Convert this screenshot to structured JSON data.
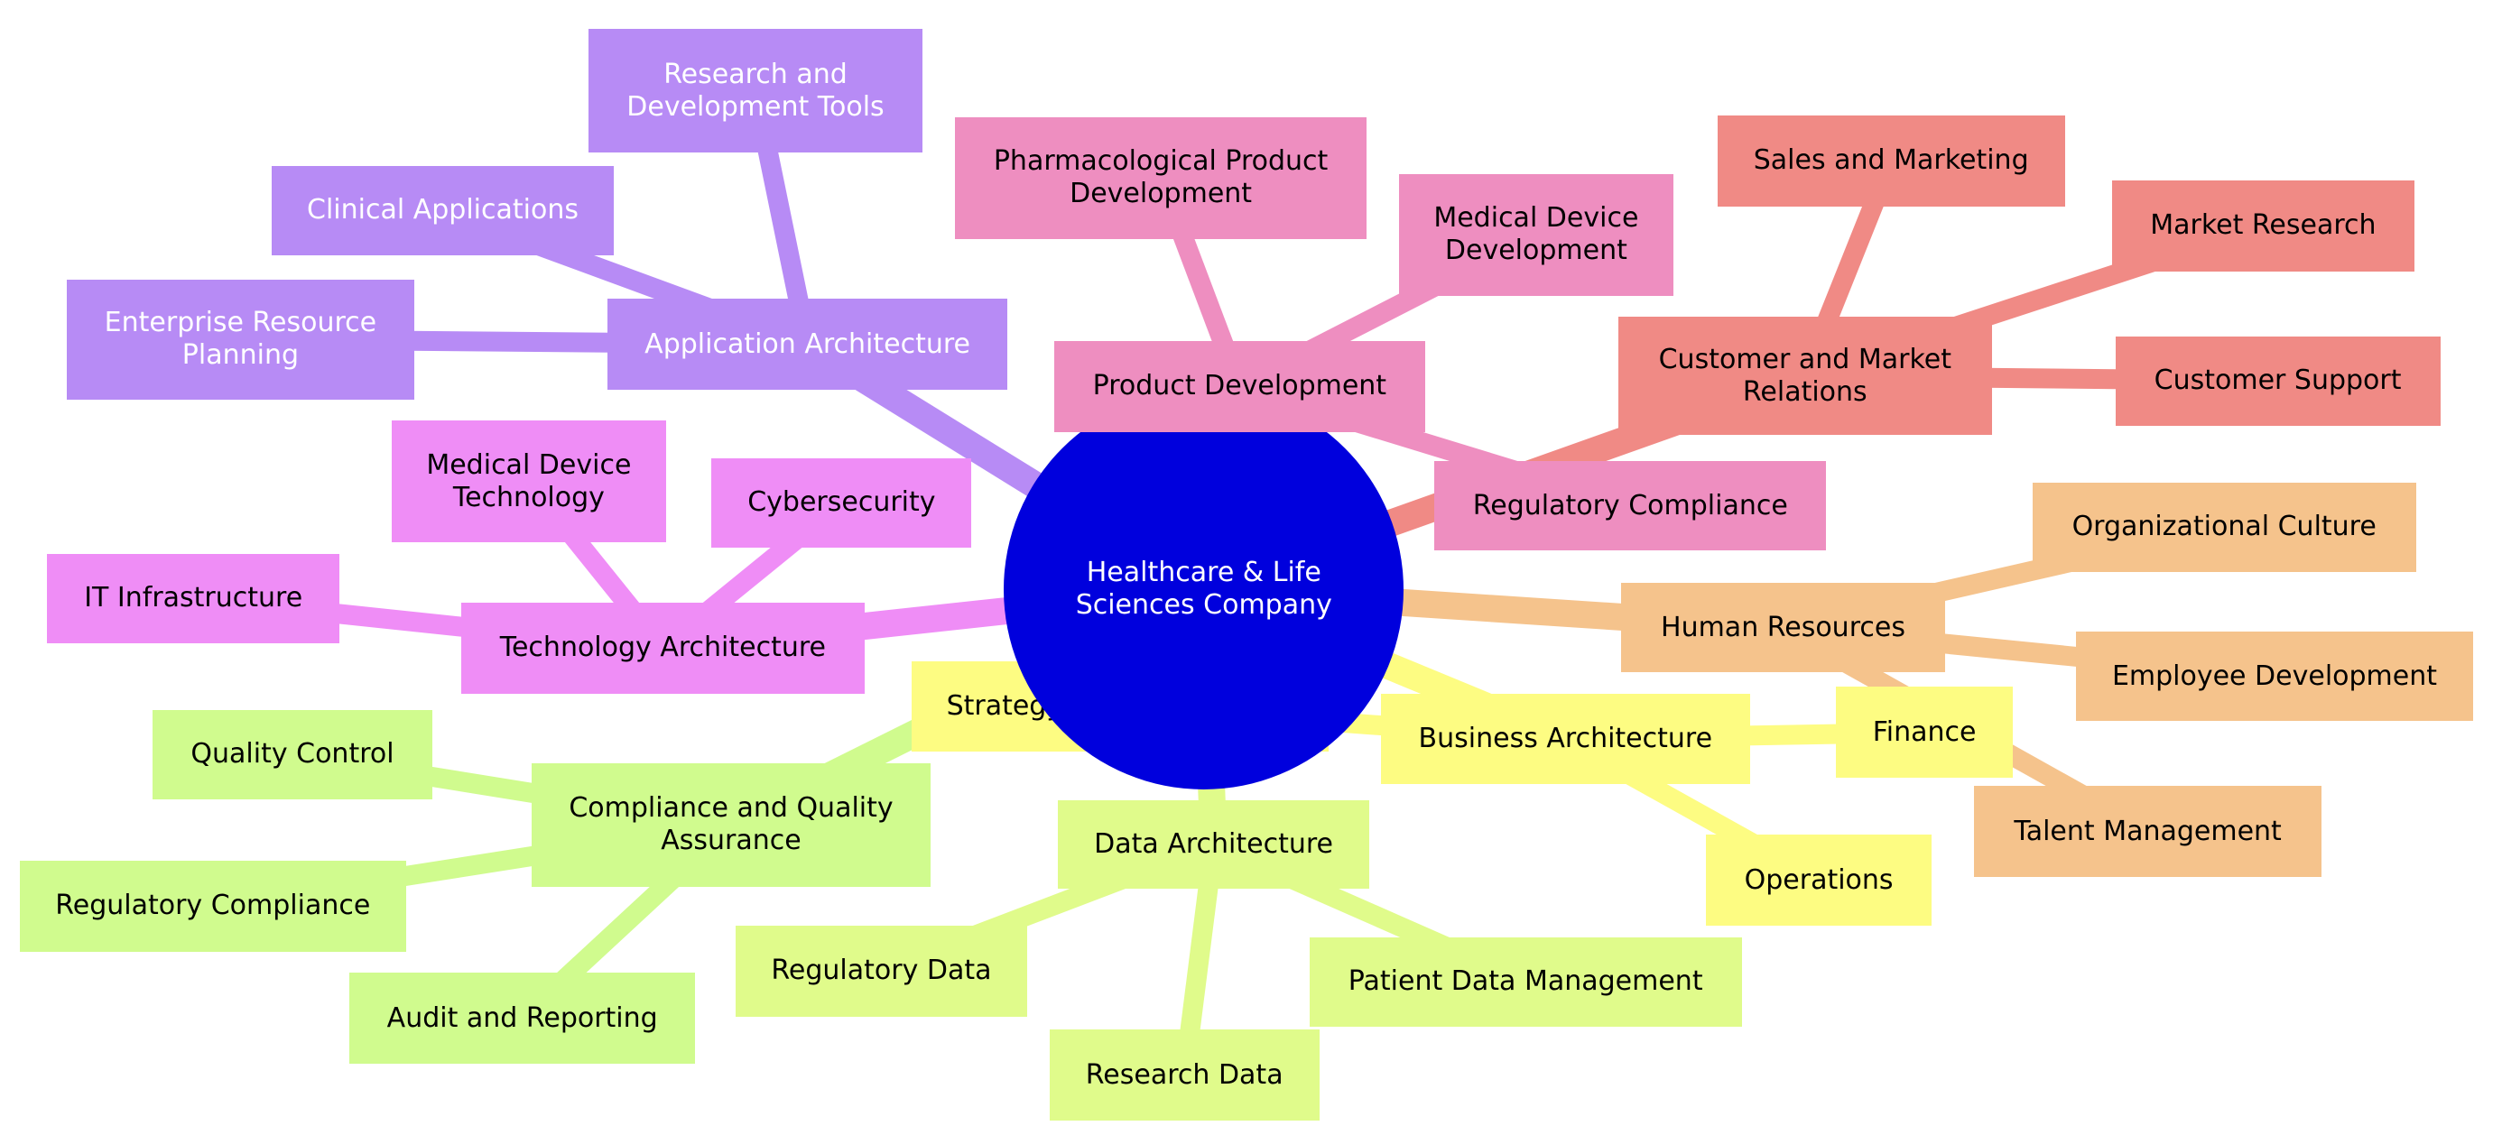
{
  "root": {
    "label": "Healthcare & Life Sciences Company",
    "color": "#0000dd",
    "text_color": "#ffffff"
  },
  "branches": [
    {
      "id": "application-architecture",
      "label": "Application Architecture",
      "color": "#b78bf5",
      "node_color": "#b78bf5",
      "text_color": "#ffffff",
      "children": [
        {
          "label": "Research and Development Tools"
        },
        {
          "label": "Clinical Applications"
        },
        {
          "label": "Enterprise Resource Planning"
        }
      ]
    },
    {
      "id": "product-development",
      "label": "Product Development",
      "color": "#ee8ec0",
      "node_color": "#ee8ec0",
      "text_color": "#000000",
      "children": [
        {
          "label": "Pharmacological Product Development"
        },
        {
          "label": "Medical Device Development"
        },
        {
          "label": "Regulatory Compliance"
        }
      ]
    },
    {
      "id": "customer-market-relations",
      "label": "Customer and Market Relations",
      "color": "#f08a85",
      "node_color": "#f08a85",
      "text_color": "#000000",
      "children": [
        {
          "label": "Sales and Marketing"
        },
        {
          "label": "Market Research"
        },
        {
          "label": "Customer Support"
        }
      ]
    },
    {
      "id": "human-resources",
      "label": "Human Resources",
      "color": "#f5c38c",
      "node_color": "#f5c38c",
      "text_color": "#000000",
      "children": [
        {
          "label": "Organizational Culture"
        },
        {
          "label": "Employee Development"
        },
        {
          "label": "Talent Management"
        }
      ]
    },
    {
      "id": "business-architecture",
      "label": "Business Architecture",
      "color": "#fdfc82",
      "node_color": "#fdfc82",
      "text_color": "#000000",
      "children": [
        {
          "label": "Strategy and Governance"
        },
        {
          "label": "Finance"
        },
        {
          "label": "Operations"
        }
      ]
    },
    {
      "id": "data-architecture",
      "label": "Data Architecture",
      "color": "#e0fb8b",
      "node_color": "#e0fb8b",
      "text_color": "#000000",
      "children": [
        {
          "label": "Regulatory Data"
        },
        {
          "label": "Research Data"
        },
        {
          "label": "Patient Data Management"
        }
      ]
    },
    {
      "id": "compliance-quality-assurance",
      "label": "Compliance and Quality Assurance",
      "color": "#d0fb8e",
      "node_color": "#d0fb8e",
      "text_color": "#000000",
      "children": [
        {
          "label": "Quality Control"
        },
        {
          "label": "Regulatory Compliance"
        },
        {
          "label": "Audit and Reporting"
        }
      ]
    },
    {
      "id": "technology-architecture",
      "label": "Technology Architecture",
      "color": "#ef8df6",
      "node_color": "#ef8df6",
      "text_color": "#000000",
      "children": [
        {
          "label": "Medical Device Technology"
        },
        {
          "label": "Cybersecurity"
        },
        {
          "label": "IT Infrastructure"
        }
      ]
    }
  ]
}
